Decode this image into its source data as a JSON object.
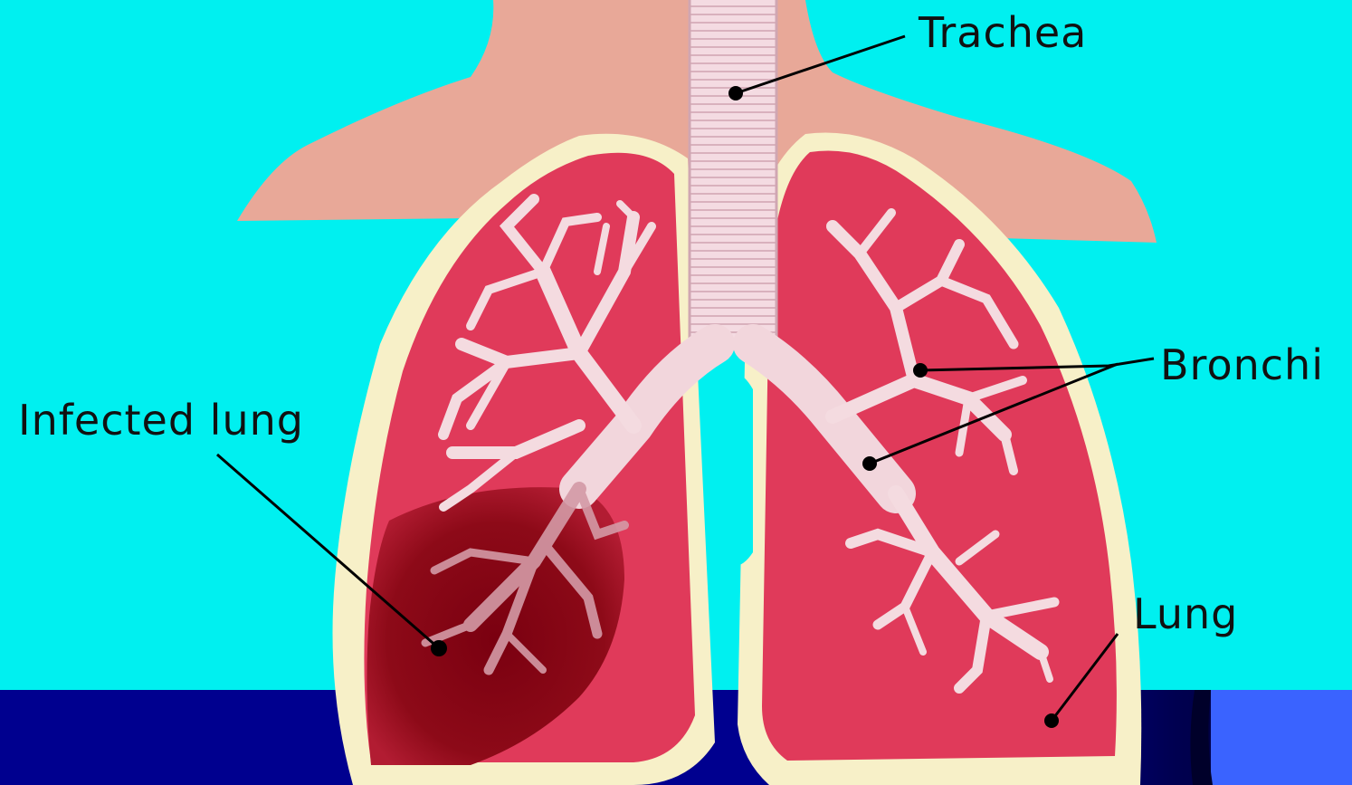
{
  "colors": {
    "background": "#00f0f0",
    "floor": "#00008f",
    "floor_dark": "#000040",
    "floor_right": "#3a63ff",
    "shoulders": "#e8a898",
    "lung": "#e03a5a",
    "lung_outline": "#f7f0c8",
    "infected": "#8b0010",
    "bronchi": "#f4dbe0",
    "trachea": "#f1d3dc",
    "leader_line": "#000000"
  },
  "labels": {
    "trachea": "Trachea",
    "bronchi": "Bronchi",
    "infected_lung": "Infected lung",
    "lung": "Lung"
  }
}
